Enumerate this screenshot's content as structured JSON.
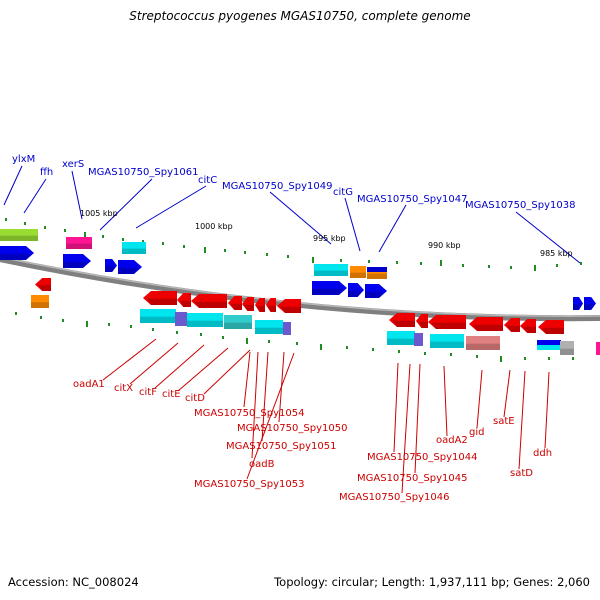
{
  "header": {
    "title": "Streptococcus pyogenes MGAS10750, complete genome"
  },
  "footer": {
    "accession": "Accession: NC_008024",
    "topology": "Topology: circular; Length: 1,937,111 bp; Genes: 2,060"
  },
  "colors": {
    "forward_label": "#0000cc",
    "reverse_label": "#cc0000",
    "backbone": "#808080",
    "tick": "#228b22",
    "cds_forward": "#0000ee",
    "cds_reverse": "#ee0000",
    "cog_cyan": "#00e5ee",
    "cog_orange": "#ff8c00",
    "cog_pink": "#ff1493",
    "cog_green": "#99dd33",
    "cog_salmon": "#e08080",
    "cog_grey": "#b0b0b0",
    "cog_purple": "#6a5acd"
  },
  "scale": {
    "unit": "kbp",
    "labels": [
      {
        "text": "1005 kbp"
      },
      {
        "text": "1000 kbp"
      },
      {
        "text": "995 kbp"
      },
      {
        "text": "990 kbp"
      },
      {
        "text": "985 kbp"
      }
    ]
  },
  "forward_genes": [
    {
      "name": "ylxM"
    },
    {
      "name": "ffh"
    },
    {
      "name": "xerS"
    },
    {
      "name": "MGAS10750_Spy1061"
    },
    {
      "name": "citC"
    },
    {
      "name": "MGAS10750_Spy1049"
    },
    {
      "name": "citG"
    },
    {
      "name": "MGAS10750_Spy1047"
    },
    {
      "name": "MGAS10750_Spy1038"
    }
  ],
  "reverse_genes": [
    {
      "name": "oadA1"
    },
    {
      "name": "citX"
    },
    {
      "name": "citF"
    },
    {
      "name": "citE"
    },
    {
      "name": "citD"
    },
    {
      "name": "MGAS10750_Spy1054"
    },
    {
      "name": "MGAS10750_Spy1050"
    },
    {
      "name": "MGAS10750_Spy1051"
    },
    {
      "name": "oadB"
    },
    {
      "name": "MGAS10750_Spy1053"
    },
    {
      "name": "oadA2"
    },
    {
      "name": "gid"
    },
    {
      "name": "satE"
    },
    {
      "name": "MGAS10750_Spy1044"
    },
    {
      "name": "MGAS10750_Spy1045"
    },
    {
      "name": "satD"
    },
    {
      "name": "ddh"
    },
    {
      "name": "MGAS10750_Spy1046"
    }
  ]
}
